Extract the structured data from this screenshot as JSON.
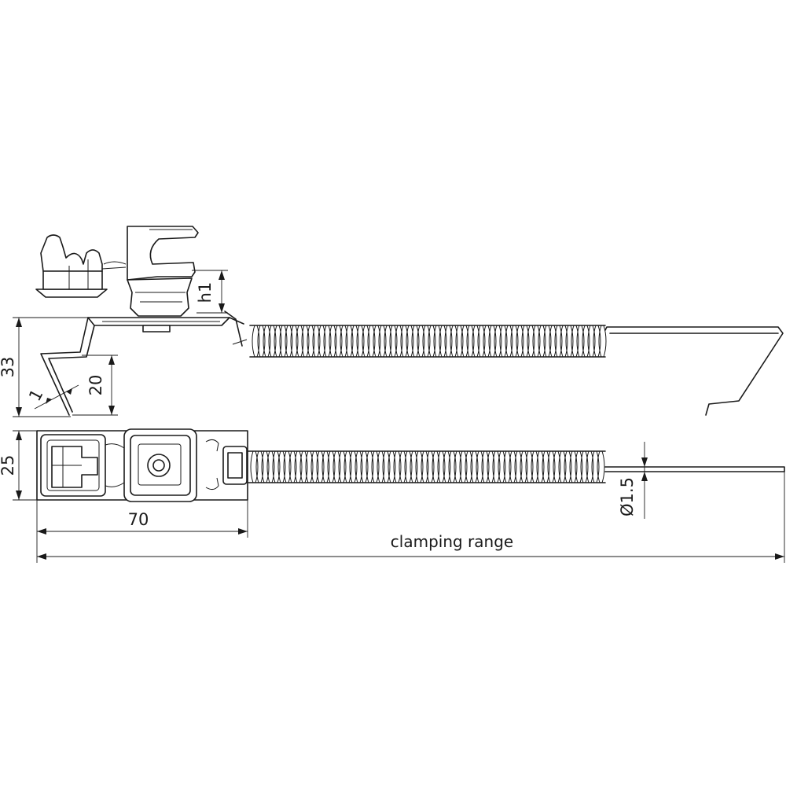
{
  "dimensions": {
    "h1": "h1",
    "height_33": "33",
    "height_20": "20",
    "angle_1": "1",
    "width_25": "25",
    "length_70": "70",
    "diameter": "Ø1.5",
    "clamping_range": "clamping range"
  }
}
